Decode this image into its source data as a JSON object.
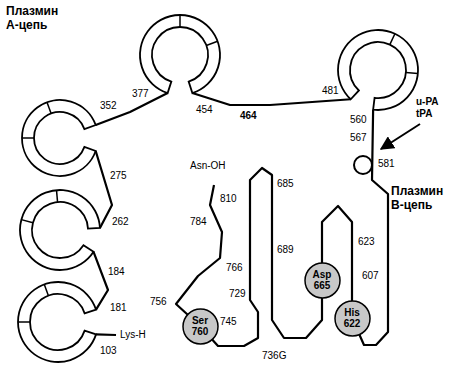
{
  "diagram": {
    "nodes": [
      {
        "text": [
          "Ser 760"
        ]
      },
      {
        "text": [
          "Asp 665"
        ]
      },
      {
        "text": [
          "His 622"
        ]
      }
    ],
    "labels": [
      "Плазмин А-цепь",
      "377",
      "454",
      "481",
      "464",
      "352",
      "275",
      "262",
      "184",
      "181",
      "103",
      "Lys-H",
      "Asn-OH",
      "810",
      "784",
      "766",
      "756",
      "729",
      "745",
      "736G",
      "560",
      "567",
      "685",
      "689",
      "u-PA tPA",
      "581",
      "Плазмин В-цепь",
      "623",
      "607"
    ]
  }
}
